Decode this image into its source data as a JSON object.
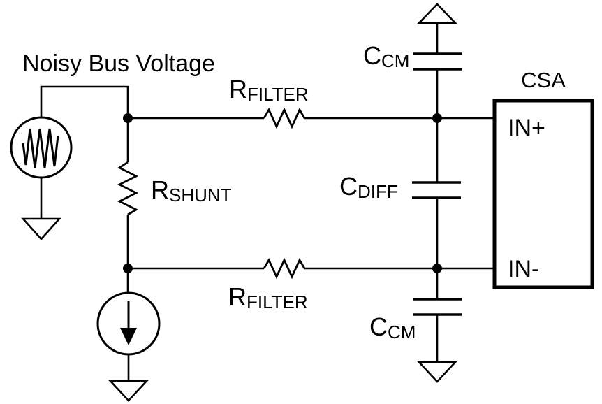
{
  "diagram": {
    "title": "Noisy Bus Voltage",
    "type": "circuit-schematic",
    "background_color": "#ffffff",
    "line_color": "#000000"
  },
  "labels": {
    "r_filter_top": {
      "main": "R",
      "sub": "FILTER"
    },
    "r_filter_bottom": {
      "main": "R",
      "sub": "FILTER"
    },
    "r_shunt": {
      "main": "R",
      "sub": "SHUNT"
    },
    "c_cm_top": {
      "main": "C",
      "sub": "CM"
    },
    "c_cm_bottom": {
      "main": "C",
      "sub": "CM"
    },
    "c_diff": {
      "main": "C",
      "sub": "DIFF"
    }
  },
  "csa": {
    "title": "CSA",
    "pin_in_plus": "IN+",
    "pin_in_minus": "IN-"
  }
}
